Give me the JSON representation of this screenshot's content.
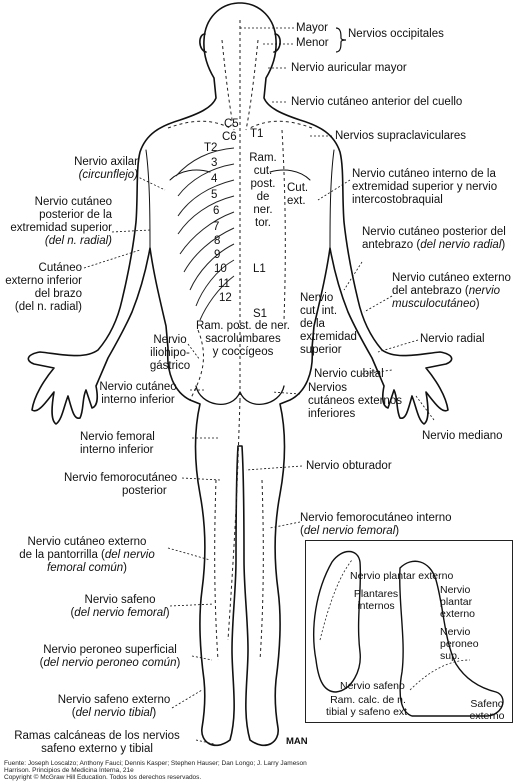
{
  "labels": {
    "mayor": "Mayor",
    "menor": "Menor",
    "occipitales": "Nervios occipitales",
    "auricular": "Nervio auricular mayor",
    "cutaneo_cuello": "Nervio cutáneo anterior del cuello",
    "supraclaviculares": "Nervios supraclaviculares",
    "axilar_1": "Nervio axilar",
    "axilar_2": "(circunflejo)",
    "cut_post_ext_sup_1": "Nervio cutáneo",
    "cut_post_ext_sup_2": "posterior de la",
    "cut_post_ext_sup_3": "extremidad superior",
    "cut_post_ext_sup_4": "(del n. radial)",
    "cut_ext_inf_brazo_1": "Cutáneo",
    "cut_ext_inf_brazo_2": "externo inferior",
    "cut_ext_inf_brazo_3": "del brazo",
    "cut_ext_inf_brazo_4": "(del n. radial)",
    "cut_int_ext_sup_1": "Nervio cutáneo interno de la",
    "cut_int_ext_sup_2": "extremidad superior y nervio",
    "cut_int_ext_sup_3": "intercostobraquial",
    "cut_post_antebrazo_1": "Nervio cutáneo posterior del",
    "cut_post_antebrazo_2a": "antebrazo (",
    "cut_post_antebrazo_2b": "del nervio radial",
    "cut_post_antebrazo_2c": ")",
    "cut_ext_antebrazo_1": "Nervio cutáneo externo",
    "cut_ext_antebrazo_2a": "del antebrazo (",
    "cut_ext_antebrazo_2b": "nervio",
    "cut_ext_antebrazo_3a": "musculocutáneo",
    "cut_ext_antebrazo_3b": ")",
    "radial": "Nervio radial",
    "cut_int_1": "Nervio",
    "cut_int_2": "cut. int.",
    "cut_int_3": "de la",
    "cut_int_4": "extremidad",
    "cut_int_5": "superior",
    "cubital": "Nervio cubital",
    "mediano": "Nervio mediano",
    "iliohipo_1": "Nervio",
    "iliohipo_2": "iliohipo-",
    "iliohipo_3": "gástrico",
    "cut_int_inf_1": "Nervio cutáneo",
    "cut_int_inf_2": "interno inferior",
    "cut_ext_inf_1": "Nervios",
    "cut_ext_inf_2": "cutáneos externos",
    "cut_ext_inf_3": "inferiores",
    "femoral_int_inf_1": "Nervio femoral",
    "femoral_int_inf_2": "interno inferior",
    "obturador": "Nervio obturador",
    "femorocut_post_1": "Nervio femorocutáneo",
    "femorocut_post_2": "posterior",
    "femorocut_int_1": "Nervio femorocutáneo interno",
    "femorocut_int_2a": "(",
    "femorocut_int_2b": "del nervio femoral",
    "femorocut_int_2c": ")",
    "pantorrilla_1": "Nervio cutáneo externo",
    "pantorrilla_2a": "de la pantorrilla (",
    "pantorrilla_2b": "del nervio",
    "pantorrilla_3a": "femoral común",
    "pantorrilla_3b": ")",
    "safeno_1": "Nervio safeno",
    "safeno_2a": "(",
    "safeno_2b": "del nervio femoral",
    "safeno_2c": ")",
    "peroneo_sup_1": "Nervio peroneo superficial",
    "peroneo_sup_2a": "(",
    "peroneo_sup_2b": "del nervio peroneo común",
    "peroneo_sup_2c": ")",
    "safeno_ext_1": "Nervio safeno externo",
    "safeno_ext_2a": "(",
    "safeno_ext_2b": "del nervio tibial",
    "safeno_ext_2c": ")",
    "calcaneas_1": "Ramas calcáneas de los nervios",
    "calcaneas_2": "safeno externo y tibial",
    "ram_post_1": "Ram.",
    "ram_post_2": "cut.",
    "ram_post_3": "post.",
    "ram_post_4": "de",
    "ram_post_5": "ner.",
    "ram_post_6": "tor.",
    "cut_ext_back_1": "Cut.",
    "cut_ext_back_2": "ext.",
    "sacro_1": "Ram. post. de ner.",
    "sacro_2": "sacrolumbares",
    "sacro_3": "y coccígeos",
    "signature": "MAN"
  },
  "segments": {
    "c5": "C5",
    "c6": "C6",
    "t1": "T1",
    "t2": "T2",
    "n3": "3",
    "n4": "4",
    "n5": "5",
    "n6": "6",
    "n7": "7",
    "n8": "8",
    "n9": "9",
    "n10": "10",
    "l1": "L1",
    "n11": "11",
    "n12": "12",
    "s1": "S1"
  },
  "inset": {
    "plantar_ext": "Nervio plantar externo",
    "plantares_int_1": "Plantares",
    "plantares_int_2": "internos",
    "plantar_ext_2_1": "Nervio",
    "plantar_ext_2_2": "plantar",
    "plantar_ext_2_3": "externo",
    "peroneo_sup_1": "Nervio",
    "peroneo_sup_2": "peroneo",
    "peroneo_sup_3": "sup.",
    "safeno": "Nervio safeno",
    "ram_calc_1": "Ram. calc. de n.",
    "ram_calc_2": "tibial y safeno ext.",
    "safeno_ext_1": "Safeno",
    "safeno_ext_2": "externo"
  },
  "footer": {
    "line1": "Fuente: Joseph Loscalzo; Anthony Fauci; Dennis Kasper; Stephen Hauser; Dan Longo; J. Larry Jameson",
    "line2": "Harrison. Principios de Medicina Interna, 21e",
    "line3": "Copyright © McGraw Hill Education. Todos los derechos reservados."
  }
}
